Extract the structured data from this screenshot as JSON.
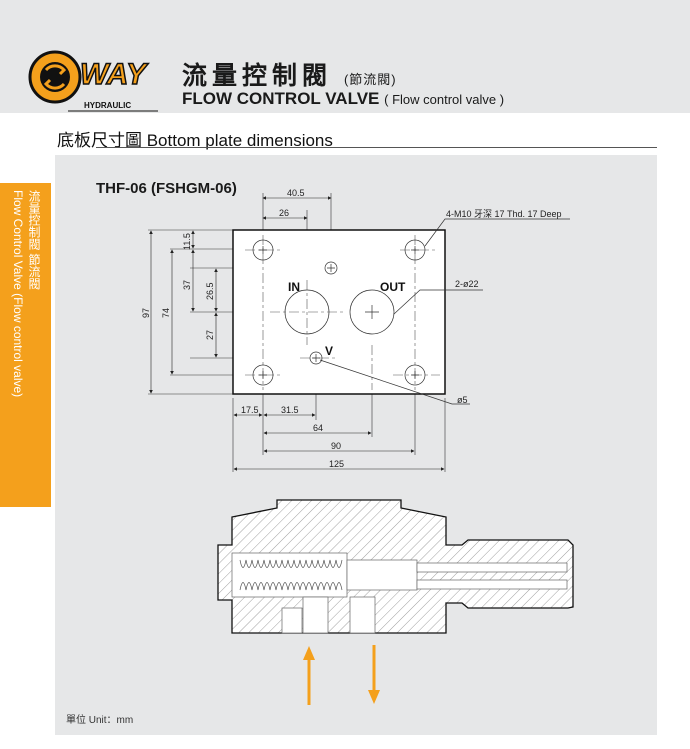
{
  "brand": {
    "logo_text": "WAY",
    "logo_sub": "HYDRAULIC"
  },
  "header": {
    "title_zh": "流量控制閥",
    "title_zh_sub": "(節流閥)",
    "title_en": "FLOW CONTROL VALVE",
    "title_en_sub": "( Flow control valve )"
  },
  "section": {
    "title": "底板尺寸圖  Bottom plate dimensions"
  },
  "side_tab": {
    "line1": "流量控制閥  節流閥",
    "line2": "Flow Control Valve (Flow control valve)"
  },
  "drawing": {
    "model": "THF-06 (FSHGM-06)",
    "ports": {
      "in": "IN",
      "out": "OUT",
      "v": "V"
    },
    "callouts": {
      "bolts": "4-M10 牙深 17 Thd. 17 Deep",
      "ports": "2-ø22",
      "v_hole": "ø5"
    },
    "dims": {
      "d40_5": "40.5",
      "d26": "26",
      "d11_5": "11.5",
      "d37": "37",
      "d26_5": "26.5",
      "d27": "27",
      "d97": "97",
      "d74": "74",
      "d17_5": "17.5",
      "d31_5": "31.5",
      "d64": "64",
      "d90": "90",
      "d125": "125"
    }
  },
  "unit": "單位 Unit：mm",
  "colors": {
    "accent": "#f4a01c",
    "panel": "#e6e7e8"
  }
}
